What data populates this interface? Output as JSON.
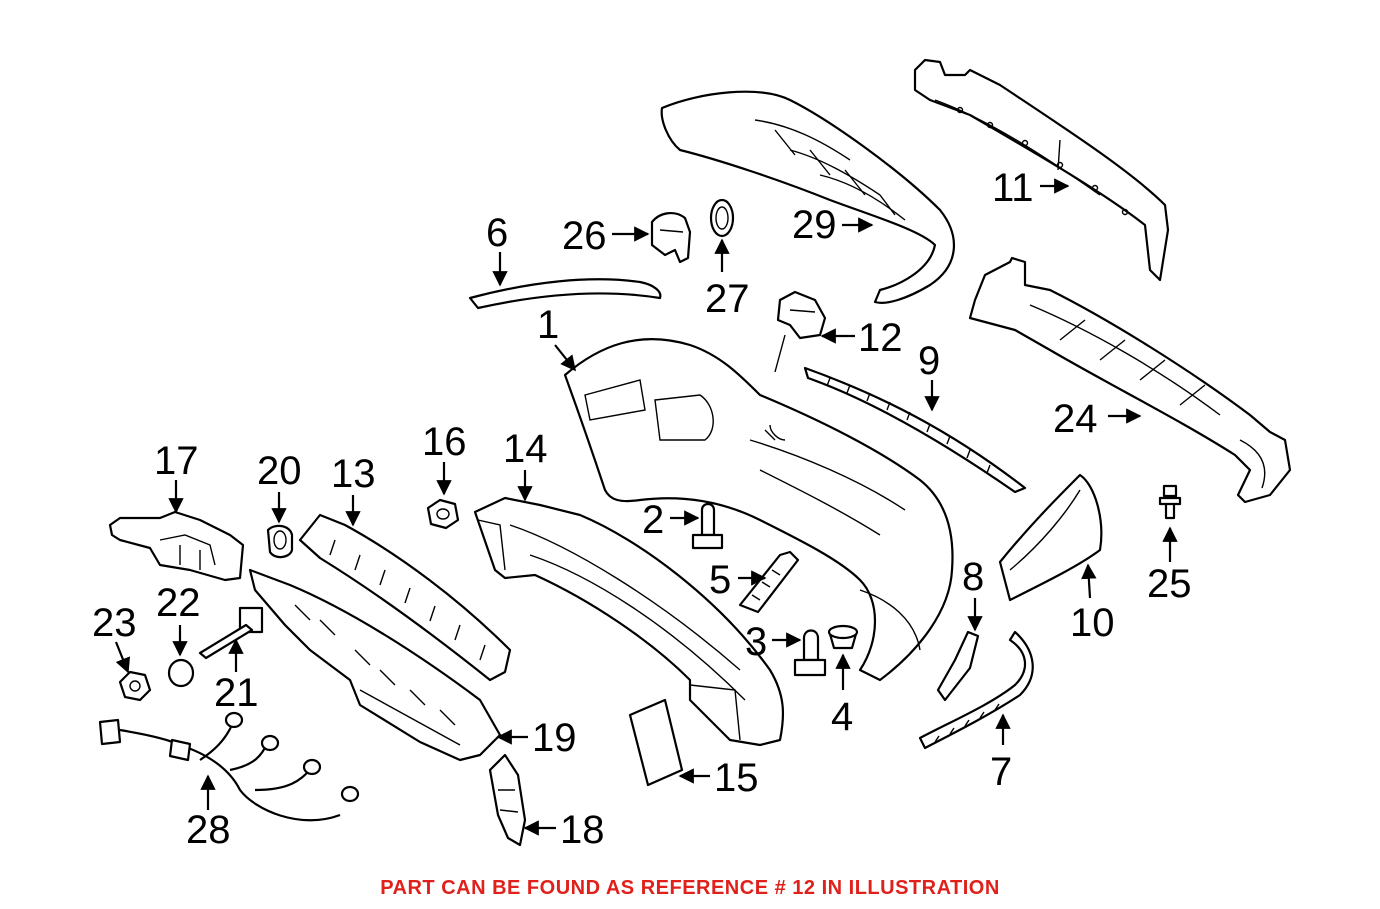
{
  "callouts": [
    {
      "id": "1",
      "label": "1"
    },
    {
      "id": "2",
      "label": "2"
    },
    {
      "id": "3",
      "label": "3"
    },
    {
      "id": "4",
      "label": "4"
    },
    {
      "id": "5",
      "label": "5"
    },
    {
      "id": "6",
      "label": "6"
    },
    {
      "id": "7",
      "label": "7"
    },
    {
      "id": "8",
      "label": "8"
    },
    {
      "id": "9",
      "label": "9"
    },
    {
      "id": "10",
      "label": "10"
    },
    {
      "id": "11",
      "label": "11"
    },
    {
      "id": "12",
      "label": "12"
    },
    {
      "id": "13",
      "label": "13"
    },
    {
      "id": "14",
      "label": "14"
    },
    {
      "id": "15",
      "label": "15"
    },
    {
      "id": "16",
      "label": "16"
    },
    {
      "id": "17",
      "label": "17"
    },
    {
      "id": "18",
      "label": "18"
    },
    {
      "id": "19",
      "label": "19"
    },
    {
      "id": "20",
      "label": "20"
    },
    {
      "id": "21",
      "label": "21"
    },
    {
      "id": "22",
      "label": "22"
    },
    {
      "id": "23",
      "label": "23"
    },
    {
      "id": "24",
      "label": "24"
    },
    {
      "id": "25",
      "label": "25"
    },
    {
      "id": "26",
      "label": "26"
    },
    {
      "id": "27",
      "label": "27"
    },
    {
      "id": "28",
      "label": "28"
    },
    {
      "id": "29",
      "label": "29"
    }
  ],
  "caption": {
    "text": "PART CAN BE FOUND AS REFERENCE # 12 IN ILLUSTRATION",
    "color": "#e0201b"
  }
}
